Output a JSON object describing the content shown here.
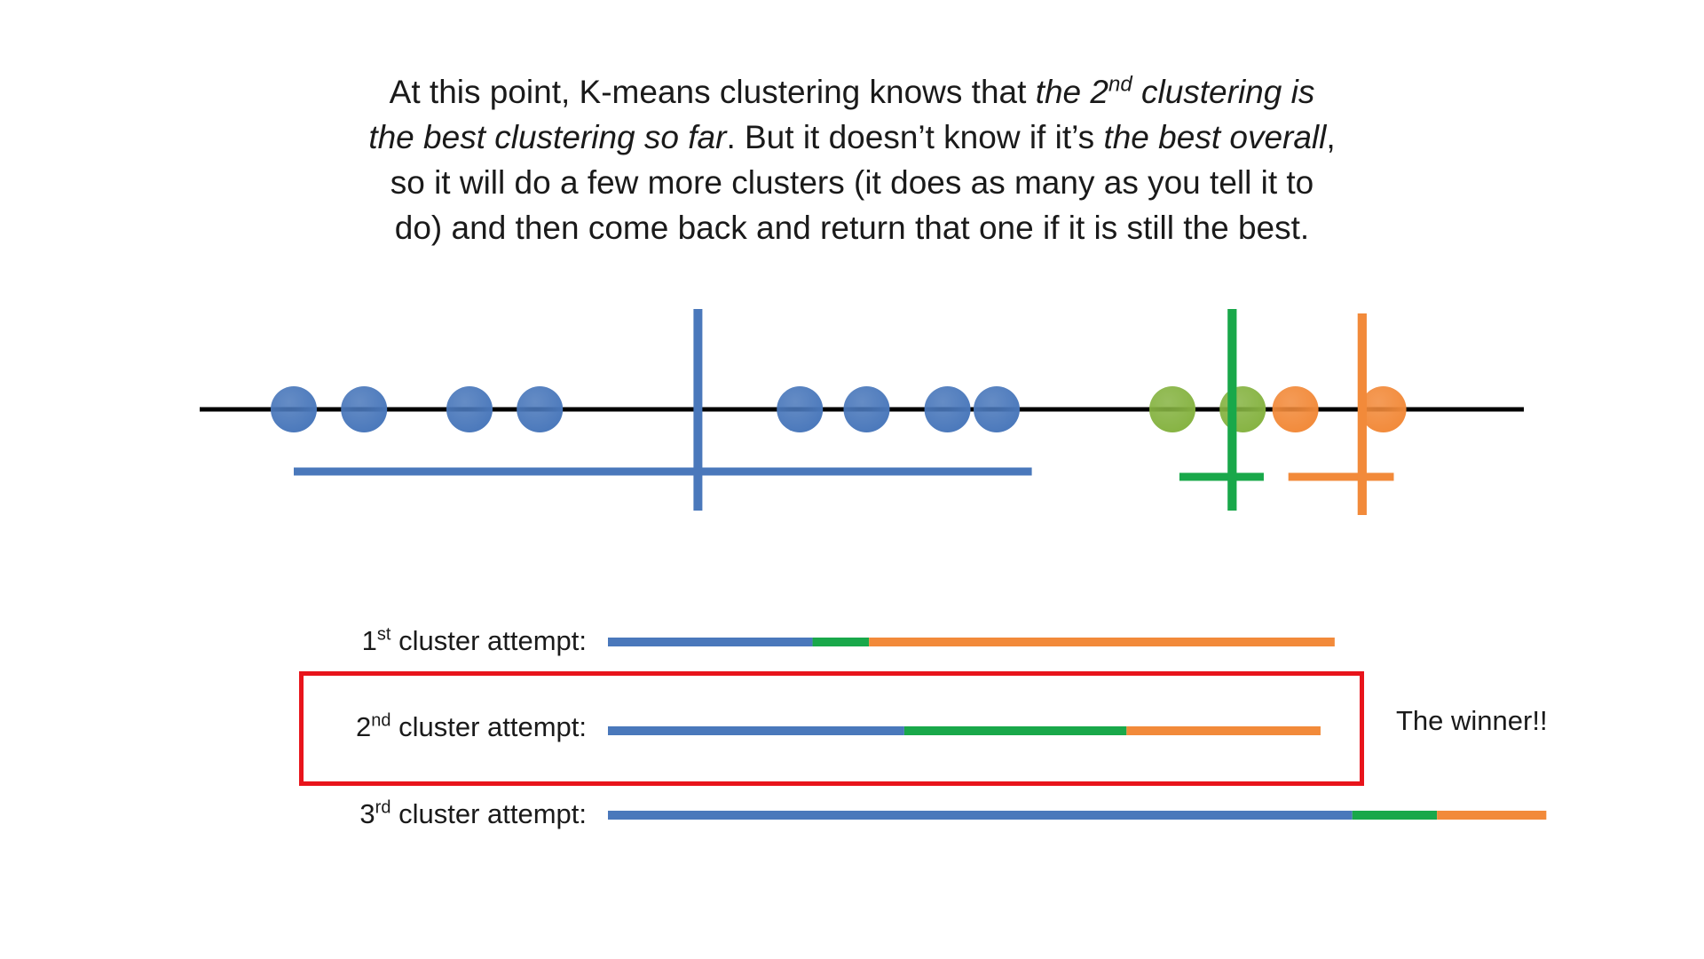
{
  "caption": {
    "part1": "At this point, K-means clustering knows that ",
    "part2_em": "the 2",
    "part2_sup": "nd",
    "part3_em": " clustering is the best clustering so far",
    "part4": ". But it doesn’t know if it’s ",
    "part5_em": "the best overall",
    "part6": ", so it will do a few more clusters (it does as many as you tell it to do) and then come back and return that one if it is still the best."
  },
  "colors": {
    "blue": "#4a78bb",
    "green": "#19a84a",
    "orange": "#f28a3a",
    "light_green": "#86b342",
    "red": "#e8141b",
    "axis": "#000000"
  },
  "number_line": {
    "points": [
      {
        "x": 1,
        "cluster": "blue"
      },
      {
        "x": 2,
        "cluster": "blue"
      },
      {
        "x": 3.5,
        "cluster": "blue"
      },
      {
        "x": 4.5,
        "cluster": "blue"
      },
      {
        "x": 8.2,
        "cluster": "blue"
      },
      {
        "x": 9.15,
        "cluster": "blue"
      },
      {
        "x": 10.3,
        "cluster": "blue"
      },
      {
        "x": 11.0,
        "cluster": "blue"
      },
      {
        "x": 13.5,
        "cluster": "light_green"
      },
      {
        "x": 14.5,
        "cluster": "light_green"
      },
      {
        "x": 15.25,
        "cluster": "orange"
      },
      {
        "x": 16.5,
        "cluster": "orange"
      }
    ],
    "clusters": [
      {
        "color": "blue",
        "center": 6.75,
        "spread_from": 1,
        "spread_to": 11.5
      },
      {
        "color": "green",
        "center": 14.35,
        "spread_from": 13.6,
        "spread_to": 14.8
      },
      {
        "color": "orange",
        "center": 16.2,
        "spread_from": 15.15,
        "spread_to": 16.65
      }
    ]
  },
  "attempts": [
    {
      "ordinal": "1",
      "sup": "st",
      "label": " cluster attempt:",
      "segments": [
        {
          "color": "blue",
          "value": 2.9
        },
        {
          "color": "green",
          "value": 0.8
        },
        {
          "color": "orange",
          "value": 6.6
        }
      ]
    },
    {
      "ordinal": "2",
      "sup": "nd",
      "label": " cluster attempt:",
      "segments": [
        {
          "color": "blue",
          "value": 4.2
        },
        {
          "color": "green",
          "value": 3.15
        },
        {
          "color": "orange",
          "value": 2.75
        }
      ]
    },
    {
      "ordinal": "3",
      "sup": "rd",
      "label": " cluster attempt:",
      "segments": [
        {
          "color": "blue",
          "value": 10.55
        },
        {
          "color": "green",
          "value": 1.2
        },
        {
          "color": "orange",
          "value": 1.55
        }
      ]
    }
  ],
  "winner": {
    "attempt_index": 1,
    "label": "The winner!!"
  }
}
